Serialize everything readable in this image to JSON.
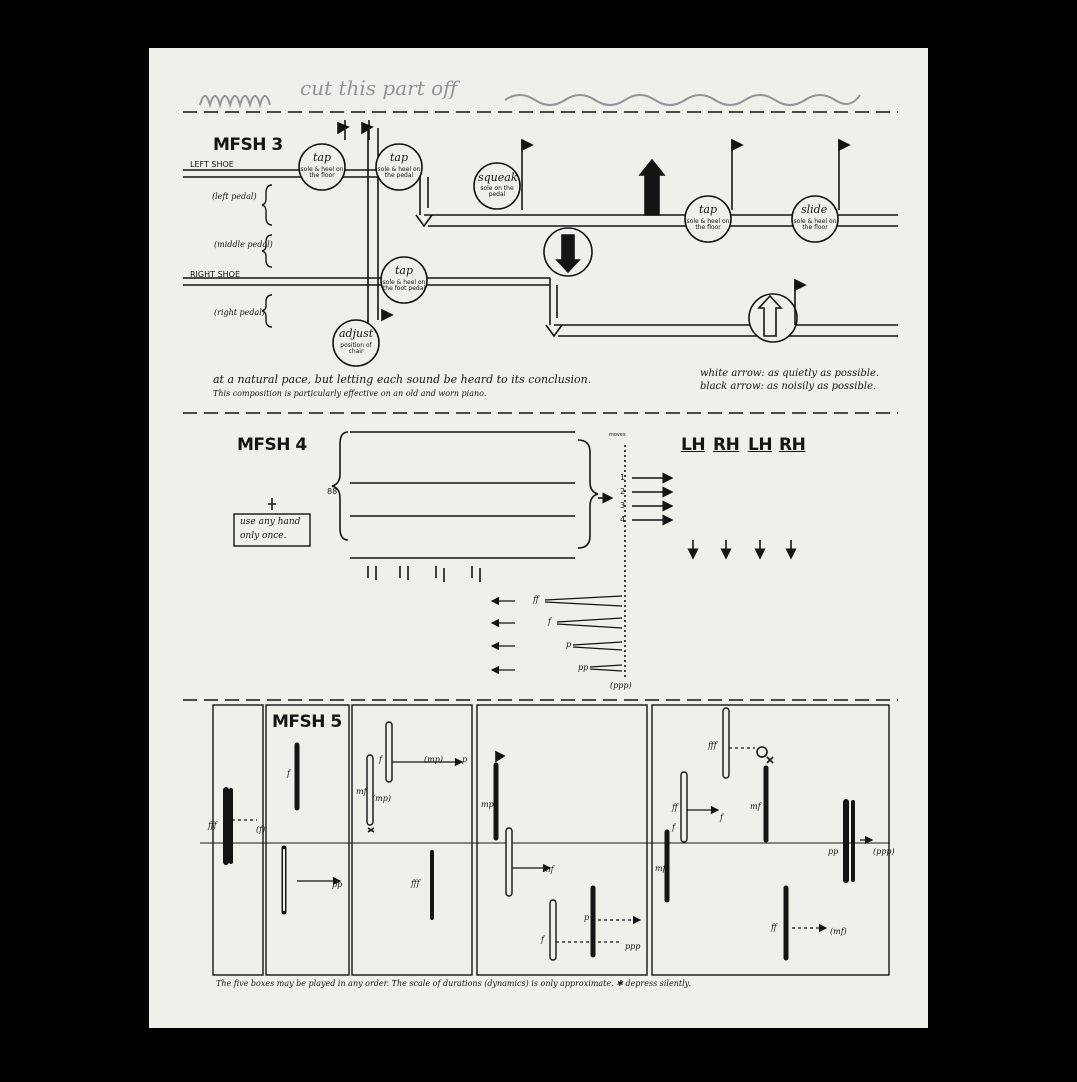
{
  "header_note": "cut this part off",
  "mfsh3": {
    "title": "MFSH 3",
    "left_shoe": "LEFT SHOE",
    "right_shoe": "RIGHT SHOE",
    "left_pedal": "(left pedal)",
    "middle_pedal": "(middle pedal)",
    "right_pedal": "(right pedal)",
    "events": {
      "tap1": {
        "word": "tap",
        "desc": "sole & heel on the floor"
      },
      "tap2": {
        "word": "tap",
        "desc": "sole & heel on the pedal"
      },
      "squeak": {
        "word": "squeak",
        "desc": "sole on the pedal"
      },
      "tap3": {
        "word": "tap",
        "desc": "sole & heel on the floor"
      },
      "slide": {
        "word": "slide",
        "desc": "sole & heel on the floor"
      },
      "tap4": {
        "word": "tap",
        "desc": "sole & heel on the foot pedal"
      },
      "adjust": {
        "word": "adjust",
        "desc": "position of chair"
      }
    },
    "instruction": "at a natural pace, but letting each sound be heard to its conclusion.",
    "remark": "This composition is particularly effective on an old and worn piano.",
    "legend_white": "white arrow: as quietly as possible.",
    "legend_black": "black arrow: as noisily as possible."
  },
  "mfsh4": {
    "title": "MFSH 4",
    "staff_number": "88",
    "pianist_note_line1": "use any hand",
    "pianist_note_line2": "only once.",
    "moves_label": "moves",
    "moves": [
      "1",
      "2",
      "3",
      "4"
    ],
    "hand_headers": [
      "LH",
      "RH",
      "LH",
      "RH"
    ],
    "dynamics": [
      "ff",
      "f",
      "p",
      "pp",
      "(ppp)"
    ]
  },
  "mfsh5": {
    "title": "MFSH 5",
    "dynamics_box1": [
      "fff",
      "(f)"
    ],
    "dynamics_box2": [
      "f",
      "pp"
    ],
    "dynamics_box3": [
      "f",
      "(mp)",
      "p",
      "mf",
      "(mp)",
      "fff"
    ],
    "dynamics_box4": [
      "mp",
      "mf",
      "p",
      "f",
      "ppp"
    ],
    "dynamics_box5": [
      "fff",
      "f",
      "ff",
      "f",
      "mf",
      "mf",
      "pp",
      "(ppp)",
      "ff",
      "(mf)"
    ],
    "footer": "The five boxes may be played in any order.  The scale of durations (dynamics) is only approximate.   ✱ depress silently."
  },
  "colors": {
    "paper": "#f1efe9",
    "ink": "#141414",
    "pencil": "#8f959b",
    "background": "#000000"
  }
}
